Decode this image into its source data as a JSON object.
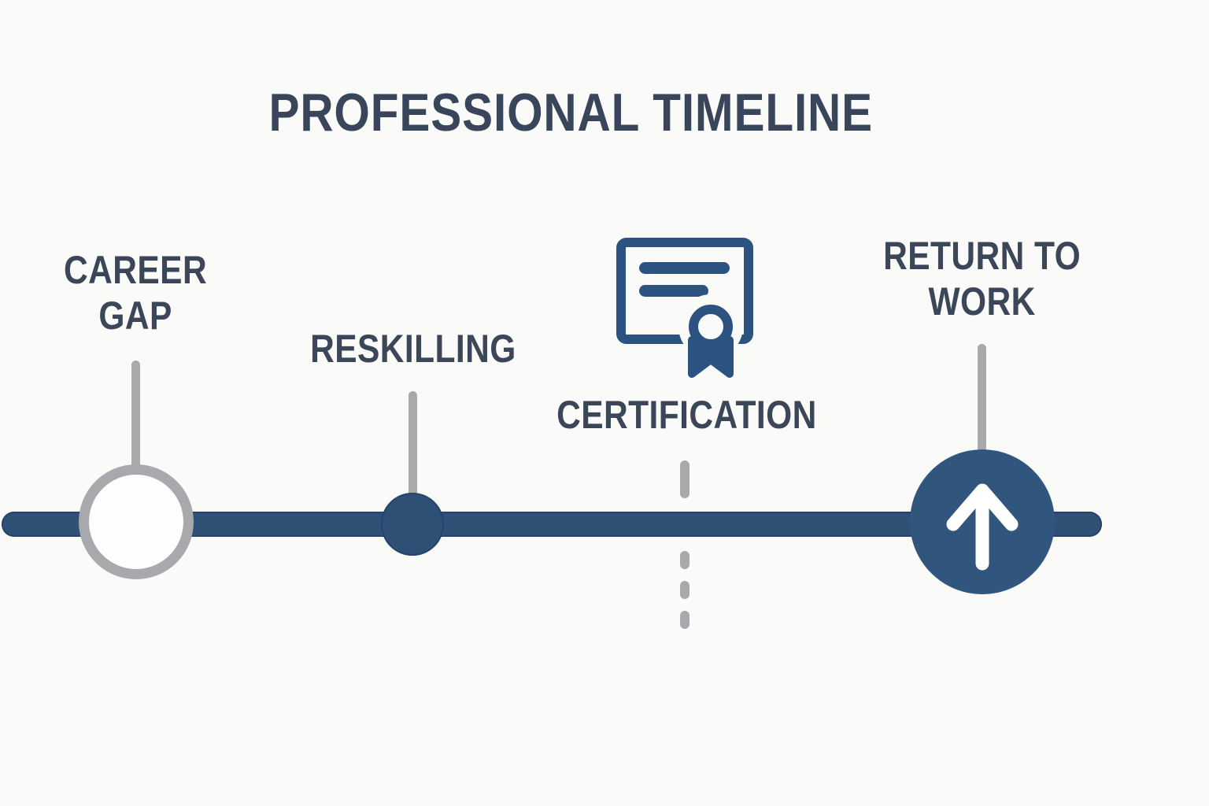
{
  "title": "PROFESSIONAL TIMELINE",
  "colors": {
    "background": "#fafaf8",
    "timeline_blue": "#2f5176",
    "node_blue": "#30567d",
    "icon_blue": "#2c5280",
    "gray": "#a7a9ac",
    "text": "#3b4658",
    "arrow_white": "#ffffff"
  },
  "timeline": {
    "milestones": [
      {
        "id": "career-gap",
        "line1": "CAREER",
        "line2": "GAP",
        "marker": "open-circle",
        "icon": ""
      },
      {
        "id": "reskilling",
        "line1": "RESKILLING",
        "line2": "",
        "marker": "filled-dot",
        "icon": ""
      },
      {
        "id": "certification",
        "line1": "CERTIFICATION",
        "line2": "",
        "marker": "dashed-line",
        "icon": "certificate-icon"
      },
      {
        "id": "return-to-work",
        "line1": "RETURN TO",
        "line2": "WORK",
        "marker": "filled-circle",
        "icon": "arrow-up-icon"
      }
    ]
  }
}
